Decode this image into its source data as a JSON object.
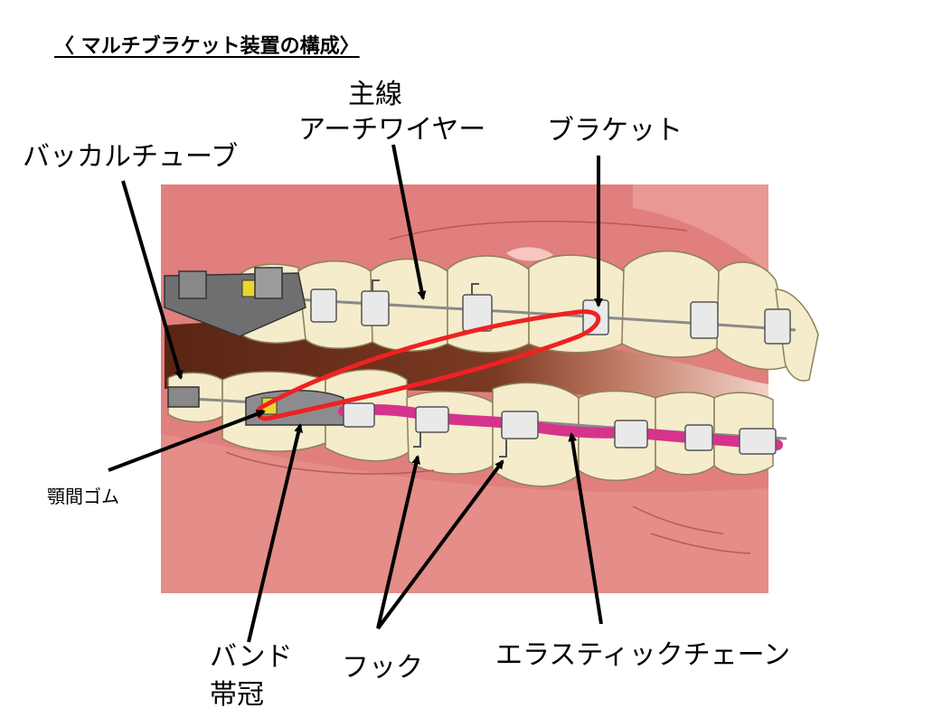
{
  "title": "〈 マルチブラケット装置の構成〉",
  "labels": {
    "main_wire_1": "主線",
    "main_wire_2": "アーチワイヤー",
    "bracket": "ブラケット",
    "buccal_tube": "バッカルチューブ",
    "elastic": "顎間ゴム",
    "band_1": "バンド",
    "band_2": "帯冠",
    "hook": "フック",
    "elastic_chain": "エラスティックチェーン"
  },
  "colors": {
    "gum": "#e07f7e",
    "gum_light": "#f2b1ab",
    "mouth_dark": "#6e2e1a",
    "tooth": "#f4eccb",
    "tooth_outline": "#8c8257",
    "metal": "#6f6f72",
    "bracket": "#e9e9e9",
    "chain": "#d6338d",
    "rubber": "#ee2222",
    "arrow": "#000000"
  }
}
